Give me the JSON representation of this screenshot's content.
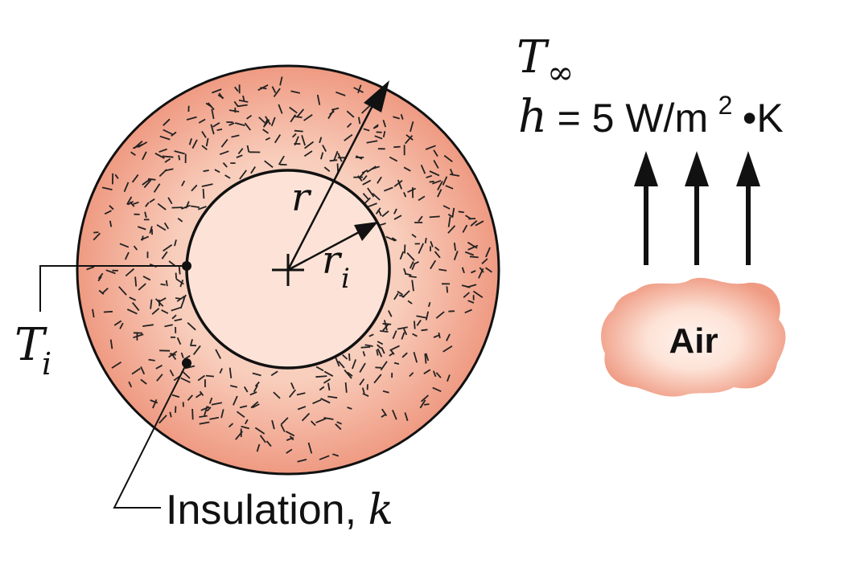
{
  "labels": {
    "t_inf_symbol": "T",
    "t_inf_sub": "∞",
    "h_symbol": "h",
    "h_value": " = 5 W/m",
    "h_exp": "2",
    "h_unit": "•K",
    "r_outer": "r",
    "r_inner": "r",
    "r_inner_sub": "i",
    "ti_symbol": "T",
    "ti_sub": "i",
    "insulation_text": "Insulation, ",
    "insulation_k": "k",
    "air": "Air"
  },
  "colors": {
    "insulation_edge": "#ef9a82",
    "insulation_mid": "#f7c6b3",
    "inner_fill": "#fde3d7",
    "air_blob": "#ef9a82",
    "air_blob_center": "#fde6dc",
    "ink": "#111111"
  },
  "icons": {
    "flow_arrows": "arrow-up-icon",
    "center_mark": "plus-icon"
  }
}
